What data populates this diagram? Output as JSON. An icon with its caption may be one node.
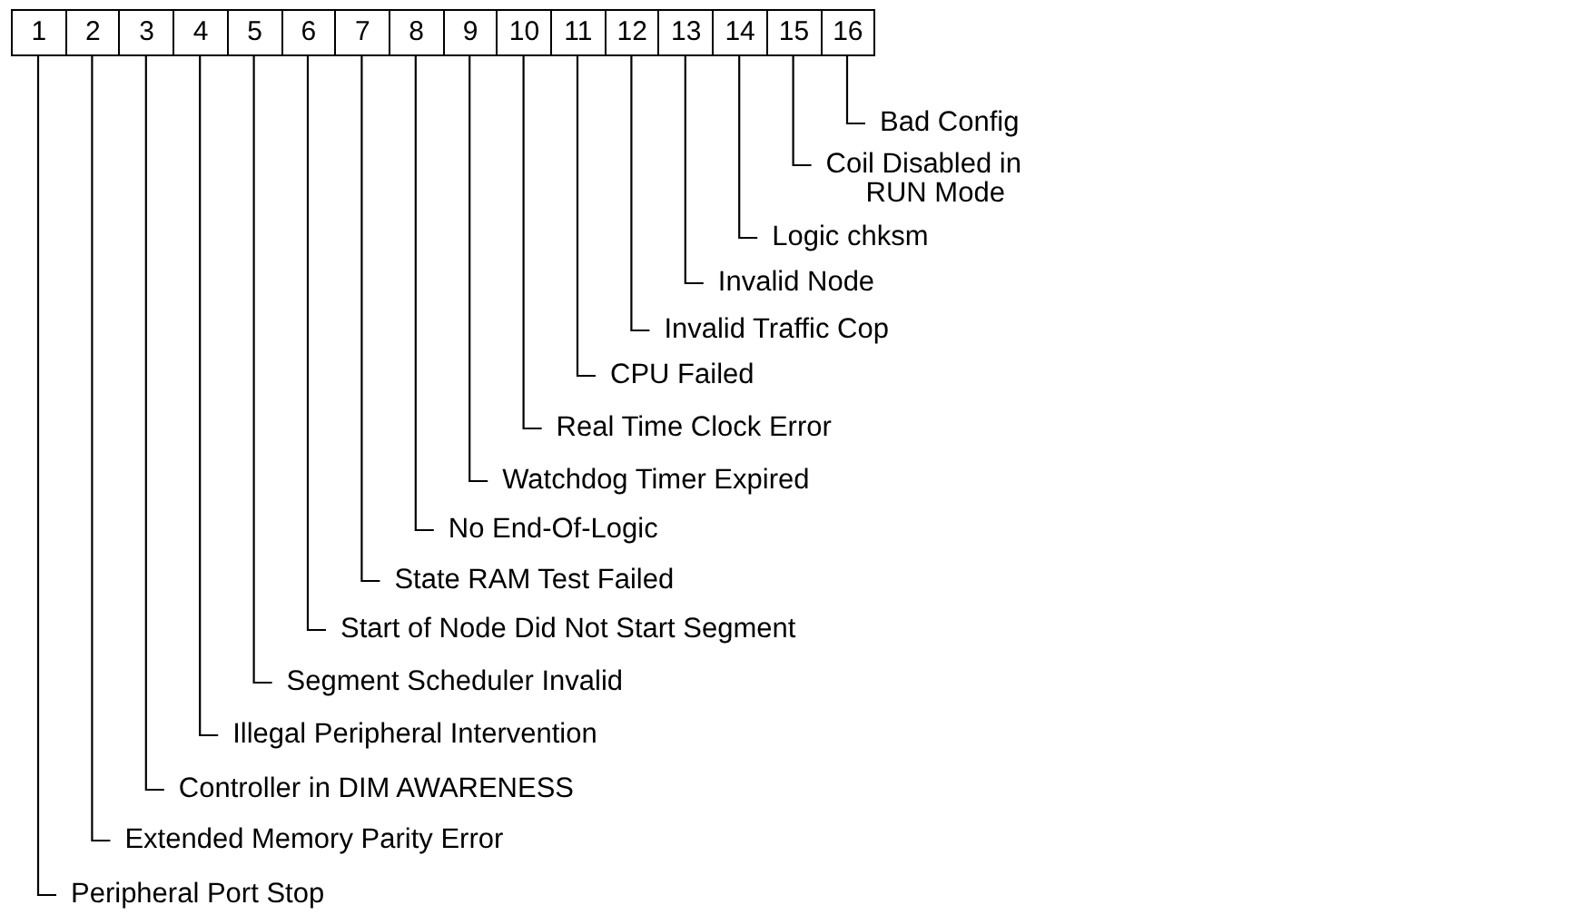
{
  "diagram": {
    "nodes": [
      {
        "text": [
          "1"
        ]
      },
      {
        "text": [
          "2"
        ]
      },
      {
        "text": [
          "3"
        ]
      },
      {
        "text": [
          "4"
        ]
      },
      {
        "text": [
          "5"
        ]
      },
      {
        "text": [
          "6"
        ]
      },
      {
        "text": [
          "7"
        ]
      },
      {
        "text": [
          "8"
        ]
      },
      {
        "text": [
          "9"
        ]
      },
      {
        "text": [
          "10"
        ]
      },
      {
        "text": [
          "11"
        ]
      },
      {
        "text": [
          "12"
        ]
      },
      {
        "text": [
          "13"
        ]
      },
      {
        "text": [
          "14"
        ]
      },
      {
        "text": [
          "15"
        ]
      },
      {
        "text": [
          "16"
        ]
      },
      {
        "text": [
          "Bad Config"
        ]
      },
      {
        "text": [
          "Coil Disabled in RUN Mode"
        ]
      },
      {
        "text": [
          "Logic chksm"
        ]
      },
      {
        "text": [
          "Invalid Node"
        ]
      },
      {
        "text": [
          "Invalid Traffic Cop"
        ]
      },
      {
        "text": [
          "CPU Failed"
        ]
      },
      {
        "text": [
          "Real Time Clock Error"
        ]
      },
      {
        "text": [
          "Watchdog Timer Expired"
        ]
      },
      {
        "text": [
          "No End-Of-Logic"
        ]
      },
      {
        "text": [
          "State RAM Test Failed"
        ]
      },
      {
        "text": [
          "Start of Node Did Not Start Segment"
        ]
      },
      {
        "text": [
          "Segment Scheduler Invalid"
        ]
      },
      {
        "text": [
          "Illegal Peripheral Intervention"
        ]
      },
      {
        "text": [
          "Controller in DIM AWARENESS"
        ]
      },
      {
        "text": [
          "Extended Memory Parity Error"
        ]
      },
      {
        "text": [
          "Peripheral Port Stop"
        ]
      }
    ],
    "edges": [
      {
        "from": 16,
        "to": 15,
        "arrow": "none"
      },
      {
        "from": 17,
        "to": 14,
        "arrow": "none"
      },
      {
        "from": 18,
        "to": 13,
        "arrow": "none"
      },
      {
        "from": 19,
        "to": 12,
        "arrow": "none"
      },
      {
        "from": 20,
        "to": 11,
        "arrow": "none"
      },
      {
        "from": 21,
        "to": 10,
        "arrow": "none"
      },
      {
        "from": 22,
        "to": 9,
        "arrow": "none"
      },
      {
        "from": 23,
        "to": 8,
        "arrow": "none"
      },
      {
        "from": 24,
        "to": 7,
        "arrow": "none"
      },
      {
        "from": 25,
        "to": 6,
        "arrow": "none"
      },
      {
        "from": 26,
        "to": 5,
        "arrow": "none"
      },
      {
        "from": 27,
        "to": 4,
        "arrow": "none"
      },
      {
        "from": 28,
        "to": 3,
        "arrow": "none"
      },
      {
        "from": 29,
        "to": 2,
        "arrow": "none"
      },
      {
        "from": 30,
        "to": 1,
        "arrow": "none"
      },
      {
        "from": 31,
        "to": 0,
        "arrow": "none"
      }
    ]
  }
}
